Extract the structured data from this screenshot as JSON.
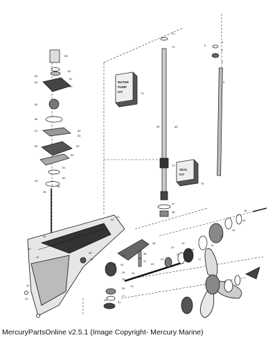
{
  "caption": "MercuryPartsOnline v2.5.1 (Image Copyright- Mercury Marine)",
  "kits": {
    "water_pump_kit": [
      "WATER",
      "PUMP",
      "KIT"
    ],
    "seal_kit": [
      "SEAL",
      "KIT"
    ]
  },
  "callouts": {
    "c1": "1",
    "c2": "2",
    "c3": "3",
    "c4": "4",
    "c5": "5",
    "c12": "12",
    "c13": "13",
    "c14": "14",
    "c15": "15",
    "c16": "16",
    "c17": "17",
    "c18": "18",
    "c19": "19",
    "c20": "20",
    "c21": "21",
    "c22": "22",
    "c23": "23",
    "c24": "24",
    "c25": "25",
    "c26": "26",
    "c27": "27",
    "c28": "28",
    "c29": "29",
    "c30": "30",
    "c31": "31",
    "c32": "32",
    "c33": "33",
    "c34": "34",
    "c35": "35",
    "c36": "36",
    "c37": "37",
    "c38": "38",
    "c39": "39",
    "c40": "40",
    "c41": "41",
    "c42": "42",
    "c43": "43",
    "c44": "44",
    "c45": "45",
    "c46": "46",
    "c47": "47",
    "c48": "48",
    "c49": "49",
    "c50": "50",
    "c51": "51",
    "c52": "52",
    "c53": "53",
    "c54": "54",
    "c55": "55",
    "c56": "56",
    "c57": "57",
    "c58": "58",
    "c59": "59",
    "c60": "60",
    "c61": "61",
    "c62": "62",
    "c63": "63",
    "c64": "64",
    "c65": "65",
    "c68": "68",
    "c69": "69",
    "c70": "70",
    "c71": "71",
    "c72": "72",
    "c73": "73",
    "c74": "74",
    "c75": "75",
    "c76": "76"
  }
}
